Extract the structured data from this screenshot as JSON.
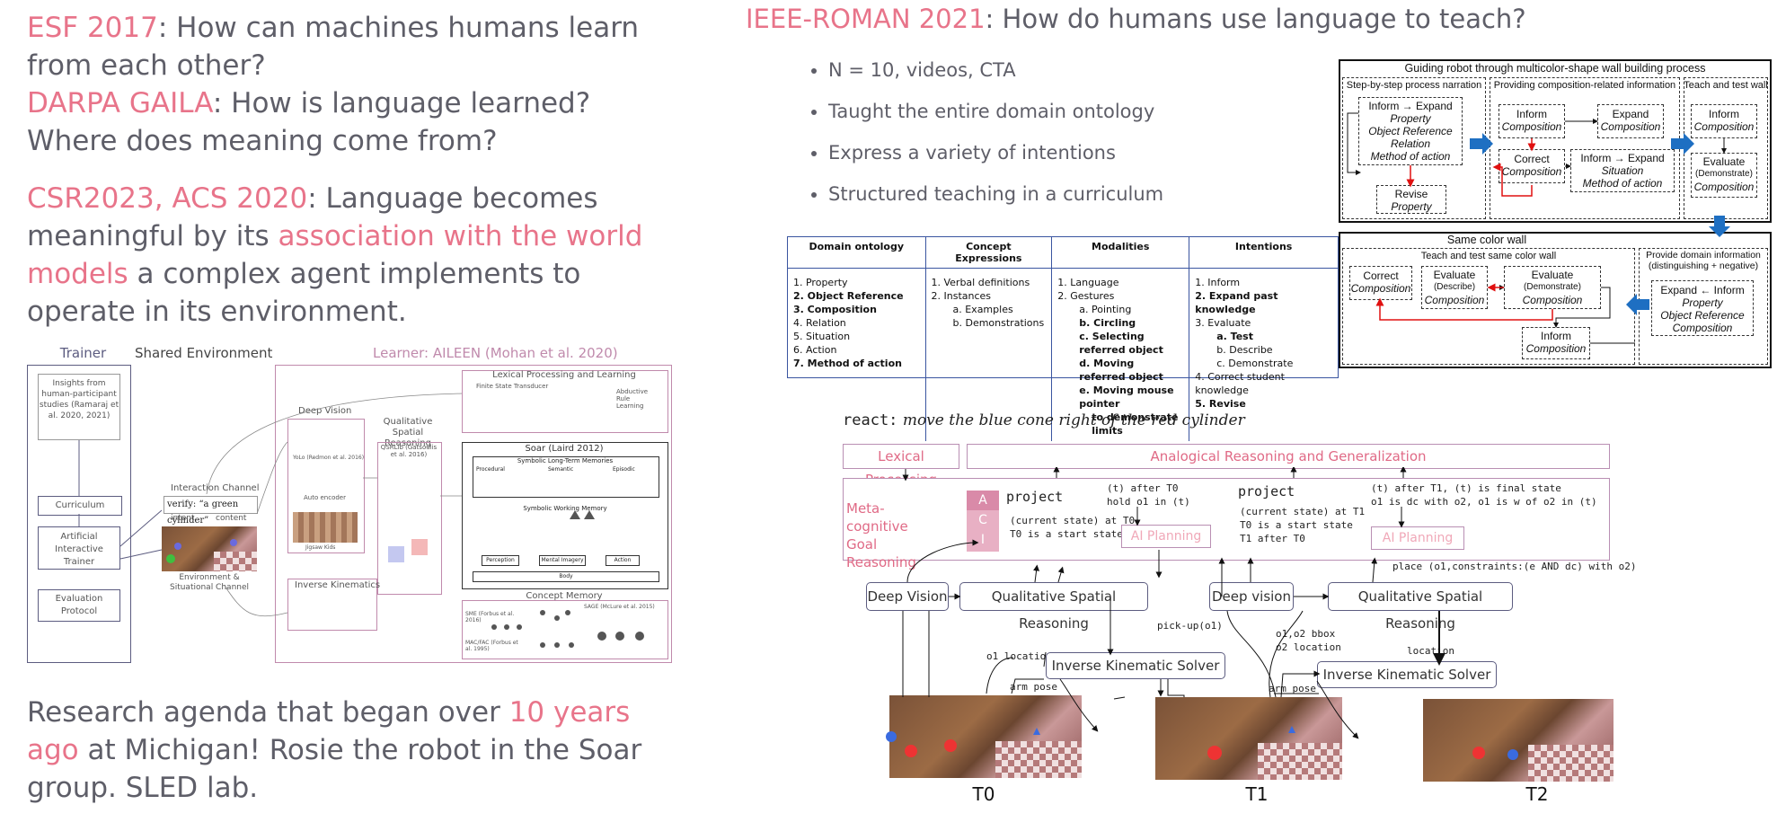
{
  "left": {
    "esf_tag": "ESF 2017",
    "esf_text": ": How can machines  humans learn from each other?",
    "darpa_tag": "DARPA GAILA",
    "darpa_text": ": How is language learned? Where does meaning come from?",
    "csr_tag": "CSR2023, ACS 2020",
    "csr_text1": ": Language becomes meaningful by its ",
    "csr_pink": "association with the world models",
    "csr_text2": " a complex agent implements to operate in its environment.",
    "agenda_text1": "Research agenda that began over ",
    "agenda_pink": "10 years ago",
    "agenda_text2": " at Michigan! Rosie the robot in the Soar group. SLED lab."
  },
  "arch": {
    "trainer_title": "Trainer",
    "shared_env_title": "Shared Environment",
    "learner_title": "Learner: AILEEN (Mohan et al. 2020)",
    "insights": "Insights from human-participant studies (Ramaraj et al. 2020, 2021)",
    "curriculum": "Curriculum",
    "ait": "Artificial Interactive Trainer",
    "eval_protocol": "Evaluation Protocol",
    "interaction_channel": "Interaction Channel",
    "verify": "verify: “a green cylinder”",
    "intent": "intent",
    "content": "content",
    "env_channel": "Environment & Situational Channel",
    "lexical": "Lexical Processing and Learning",
    "fst": "Finite State Transducer",
    "abductive": "Abductive Rule Learning",
    "deep_vision": "Deep Vision",
    "yolo": "YoLo (Redmon et al. 2016)",
    "autoencoder": "Auto encoder",
    "jigsaw": "Jigsaw Kids",
    "qsr": "Qualitative Spatial Reasoning",
    "qsr_cite": "QSRLib (Gatsoulis et al. 2016)",
    "soar": "Soar (Laird 2012)",
    "ltm": "Symbolic Long-Term Memories",
    "procedural": "Procedural",
    "semantic": "Semantic",
    "episodic": "Episodic",
    "swm": "Symbolic Working Memory",
    "body": "Body",
    "perception": "Perception",
    "action": "Action",
    "mental_imagery": "Mental Imagery",
    "concept_memory": "Concept Memory",
    "sme": "SME (Forbus et al. 2016)",
    "macfac": "MAC/FAC (Forbus et al. 1995)",
    "sage": "SAGE (McLure et al. 2015)",
    "inverse_kin": "Inverse Kinematics"
  },
  "right_top": {
    "ieee_tag": "IEEE-ROMAN 2021",
    "ieee_text": ": How do humans use language to teach?",
    "bullets": [
      "N = 10, videos, CTA",
      "Taught the entire domain ontology",
      "Express a variety of intentions",
      "Structured teaching in a curriculum"
    ]
  },
  "table": {
    "headers": [
      "Domain ontology",
      "Concept Expressions",
      "Modalities",
      "Intentions"
    ],
    "ontology": [
      "1.  Property",
      "2.  Object Reference",
      "3.  Composition",
      "4.  Relation",
      "5.  Situation",
      "6.  Action",
      "7.  Method of action"
    ],
    "expressions": [
      "1.  Verbal definitions",
      "2.  Instances",
      "a. Examples",
      "b. Demonstrations"
    ],
    "modalities": [
      "1.  Language",
      "2.  Gestures",
      "a. Pointing",
      "b. Circling",
      "c. Selecting referred object",
      "d. Moving referred object",
      "e. Moving mouse pointer",
      "to demonstrate limits"
    ],
    "intentions": [
      "1.  Inform",
      "2.  Expand past knowledge",
      "3.  Evaluate",
      "a. Test",
      "b. Describe",
      "c. Demonstrate",
      "4.  Correct student knowledge",
      "5.  Revise"
    ]
  },
  "flow": {
    "title": "Guiding robot through multicolor-shape wall building process",
    "col1": "Step-by-step process narration",
    "col2": "Providing composition-related information",
    "col3": "Teach and test wall",
    "inform_expand": "Inform → Expand",
    "prop": "Property",
    "objref": "Object Reference",
    "relation": "Relation",
    "moa": "Method of action",
    "revise": "Revise",
    "inform": "Inform",
    "expand": "Expand",
    "composition": "Composition",
    "correct": "Correct",
    "situation": "Situation",
    "evaluate": "Evaluate",
    "demonstrate": "(Demonstrate)",
    "describe": "(Describe)",
    "same_color": "Same color wall",
    "teach_test_same": "Teach and test same color wall",
    "provide_domain": "Provide domain information (distinguishing + negative)",
    "expand_inform": "Expand ← Inform"
  },
  "react": {
    "cmd": "react:",
    "cmd_text": "move the blue cone right of the red cylinder",
    "lexical": "Lexical Processing",
    "analogical": "Analogical Reasoning and Generalization",
    "metacog": "Meta-cognitive Goal Reasoning",
    "a": "A",
    "c": "C",
    "i": "I",
    "project": "project",
    "state1": "(current state) at T0\nT0 is a start state",
    "after_t0": "(t) after T0\nhold o1 in (t)",
    "ai_planning": "AI Planning",
    "state2": "(current state) at T1\nT0 is a start state\nT1 after T0",
    "after_t1": "(t) after T1, (t) is final state\no1 is dc with o2, o1 is w of o2 in (t)",
    "place": "place (o1,constraints:(e AND dc) with o2)",
    "deep_vision": "Deep Vision",
    "deep_vision2": "Deep vision",
    "qsr": "Qualitative Spatial Reasoning",
    "pickup": "pick-up(o1)",
    "o1_location": "o1 location",
    "arm_pose": "arm pose",
    "bbox": "o1,o2 bbox\no2 location",
    "location": "location",
    "iks": "Inverse Kinematic Solver",
    "t0": "T0",
    "t1": "T1",
    "t2": "T2"
  }
}
